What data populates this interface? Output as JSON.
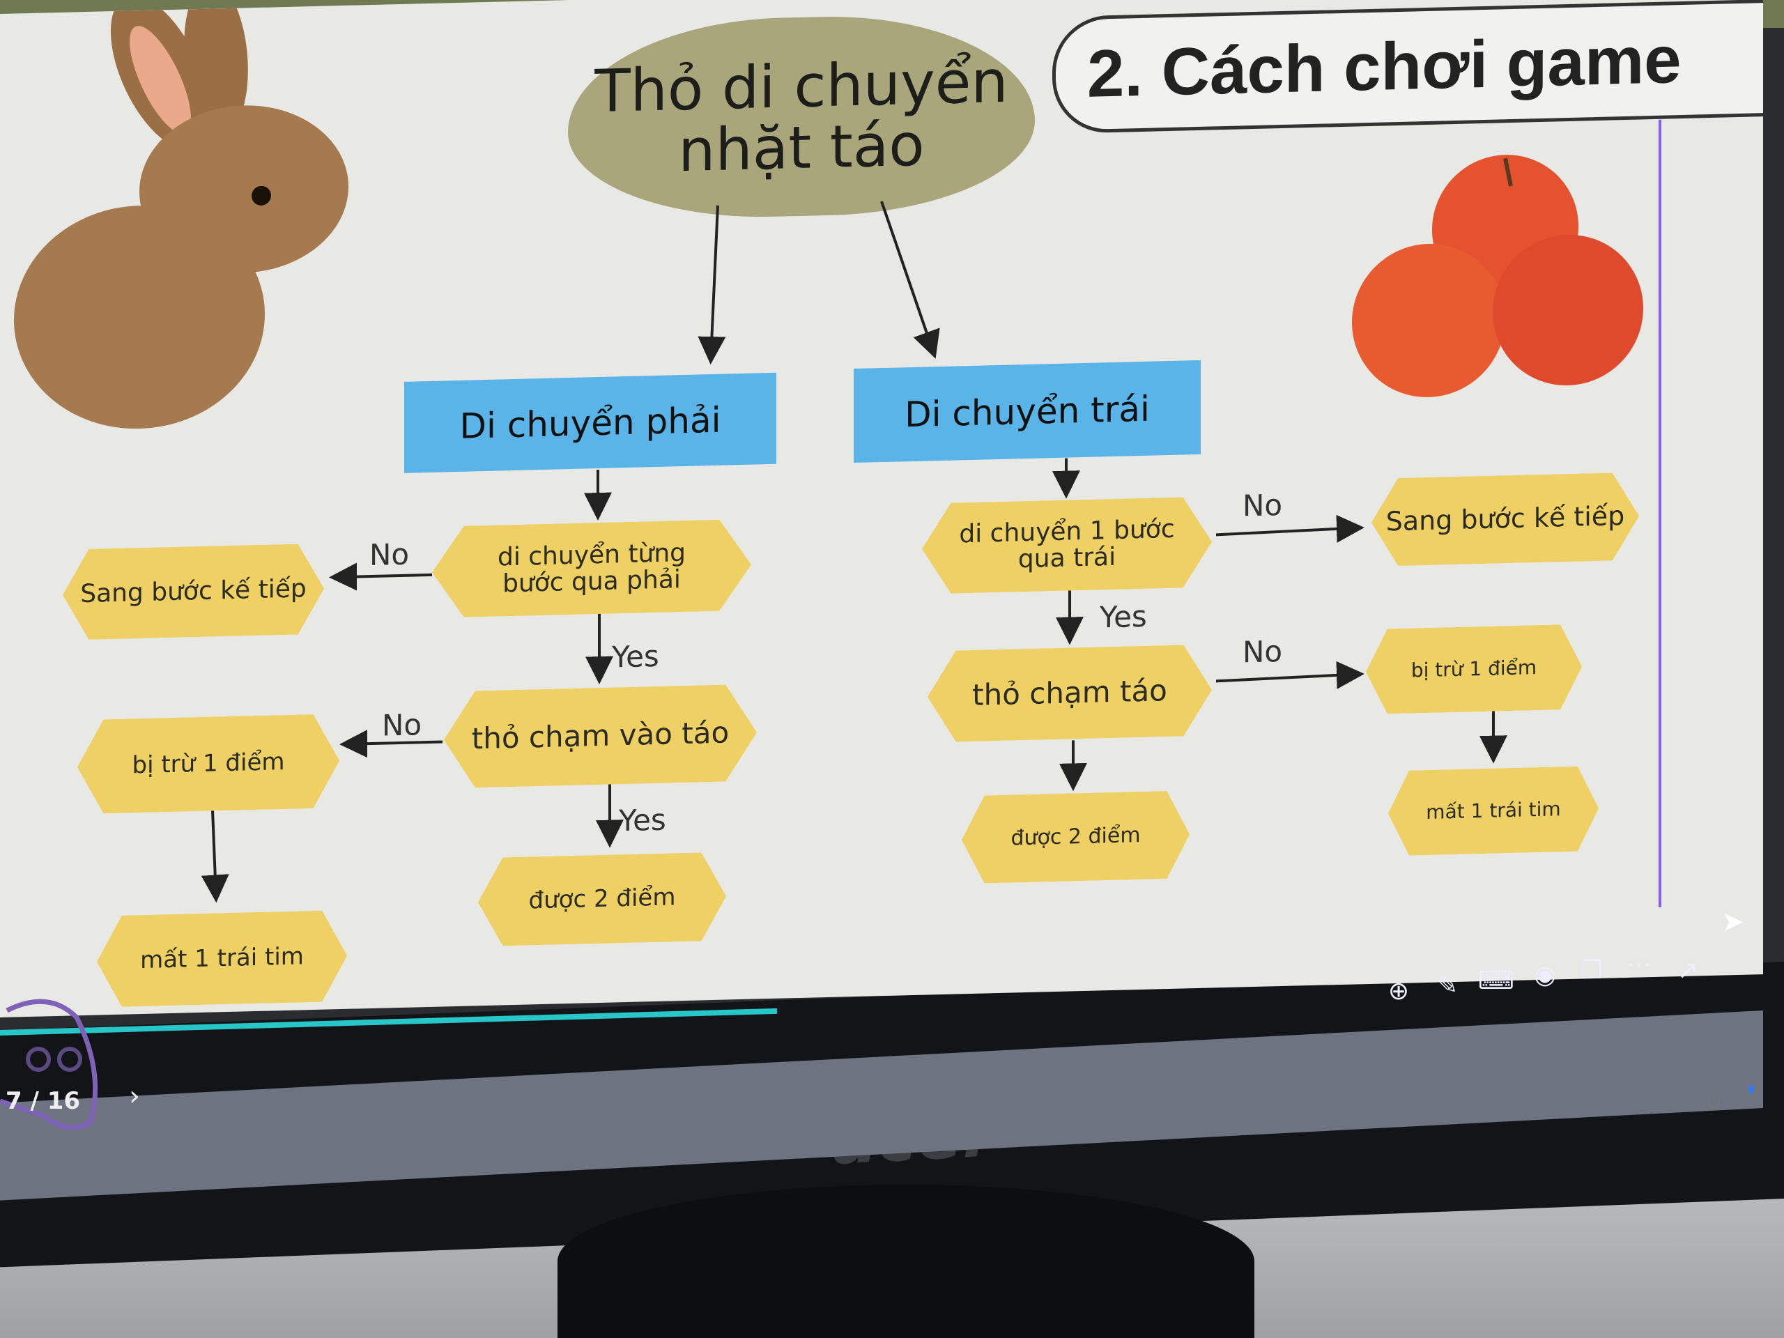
{
  "slide": {
    "title": "Thỏ di chuyển nhặt táo",
    "header": "2. Cách chơi game",
    "left": {
      "action": "Di chuyển phải",
      "step": "di chuyển từng bước qua phải",
      "no1": "No",
      "next": "Sang bước kế tiếp",
      "yes1": "Yes",
      "touch": "thỏ chạm vào táo",
      "no2": "No",
      "minus": "bị trừ 1 điểm",
      "heart": "mất 1 trái tim",
      "yes2": "Yes",
      "plus": "được 2 điểm"
    },
    "right": {
      "action": "Di chuyển trái",
      "step": "di chuyển 1 bước qua trái",
      "no1": "No",
      "next": "Sang bước kế tiếp",
      "yes1": "Yes",
      "touch": "thỏ chạm táo",
      "no2": "No",
      "minus": "bị trừ 1 điểm",
      "heart": "mất 1 trái tim",
      "plus": "được 2 điểm"
    }
  },
  "player": {
    "page": "7 / 16",
    "progress_percent": 44
  },
  "monitor": {
    "brand": "acer"
  },
  "colors": {
    "hex": "#efd064",
    "blue": "#5ab4e8",
    "blob": "#a9a67c",
    "progress": "#27c7c9"
  }
}
